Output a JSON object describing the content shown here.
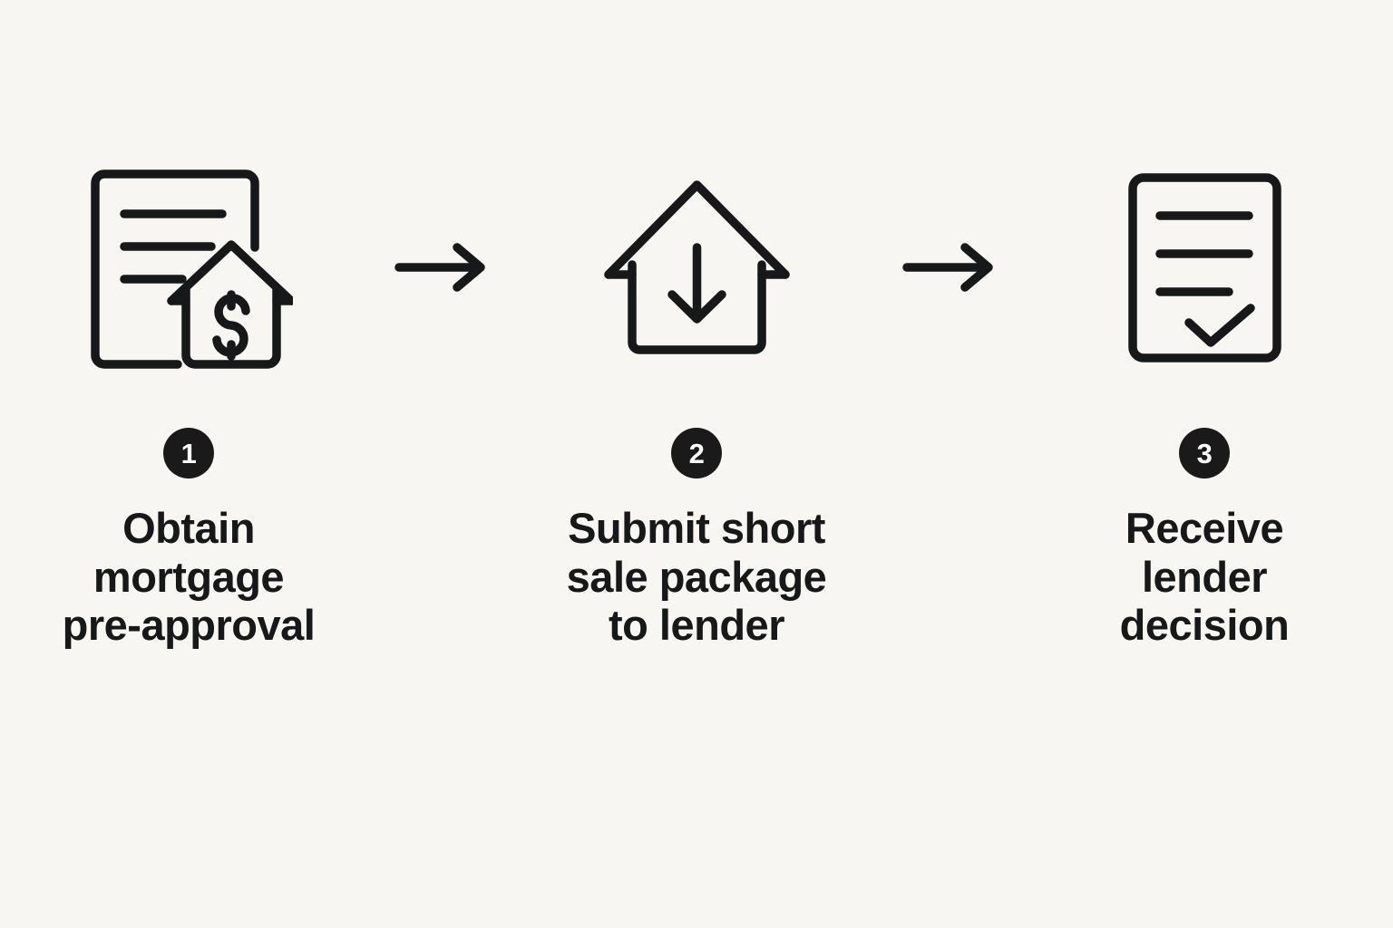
{
  "theme": {
    "background": "#F8F6F2",
    "ink": "#17181A",
    "badge_fill": "#1A1A1A",
    "badge_text": "#FFFFFF"
  },
  "diagram": {
    "type": "process-flow",
    "orientation": "horizontal",
    "step_count": 3,
    "connector_icon": "arrow-right-icon"
  },
  "steps": [
    {
      "number": "1",
      "icon": "document-with-house-dollar-icon",
      "caption": "Obtain\nmortgage\npre-approval"
    },
    {
      "number": "2",
      "icon": "house-with-down-arrow-icon",
      "caption": "Submit short\nsale package\nto lender"
    },
    {
      "number": "3",
      "icon": "document-with-checkmark-icon",
      "caption": "Receive\nlender\ndecision"
    }
  ],
  "connectors": [
    {
      "icon": "arrow-right-icon"
    },
    {
      "icon": "arrow-right-icon"
    }
  ]
}
